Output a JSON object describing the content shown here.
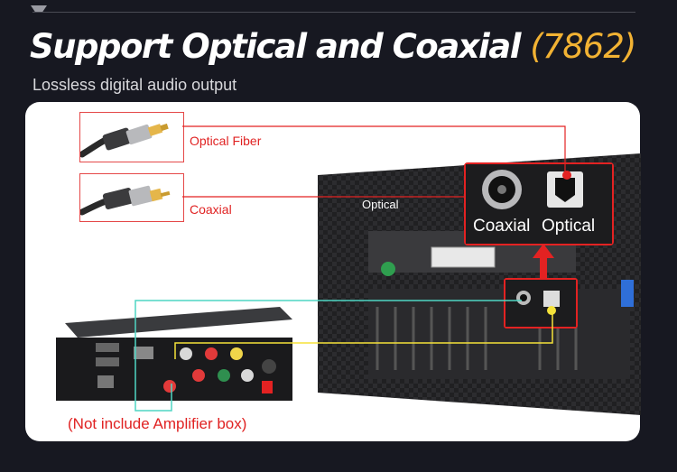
{
  "header": {
    "title": "Support Optical and Coaxial",
    "model": "(7862)",
    "subtitle": "Lossless digital audio output"
  },
  "cables": [
    {
      "label": "Optical Fiber"
    },
    {
      "label": "Coaxial"
    }
  ],
  "head_unit": {
    "port_labels": [
      "Coaxial",
      "Optical"
    ],
    "small_label": "Optical"
  },
  "amplifier": {
    "note": "(Not include Amplifier box)"
  },
  "colors": {
    "accent": "#f2b233",
    "callout_red": "#e32222",
    "coax_wire": "#4fd6c4",
    "optical_wire": "#f5e23a"
  }
}
